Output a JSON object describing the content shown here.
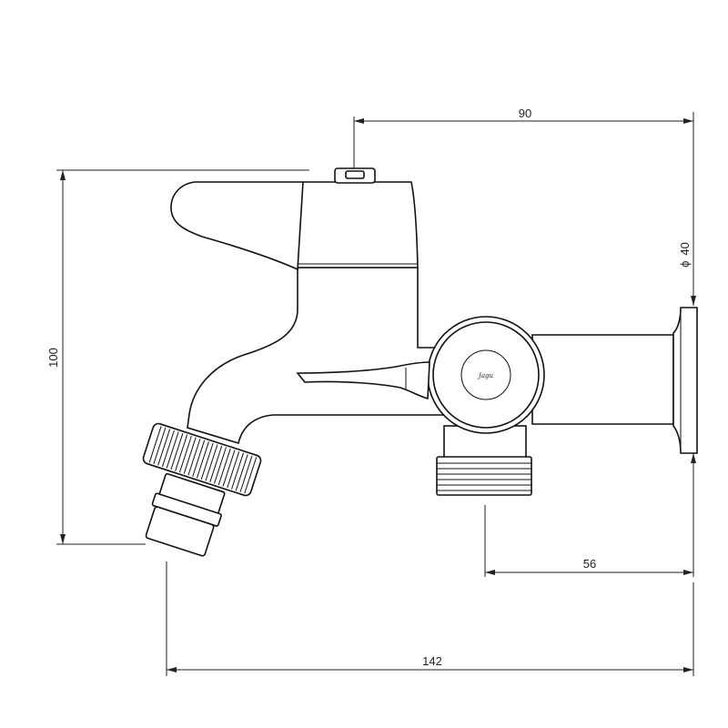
{
  "dimensions": {
    "width_top": "90",
    "diameter": "40",
    "diameter_symbol": "ϕ",
    "height": "100",
    "offset": "56",
    "overall_length": "142"
  },
  "logo": {
    "text": "Jagu"
  }
}
